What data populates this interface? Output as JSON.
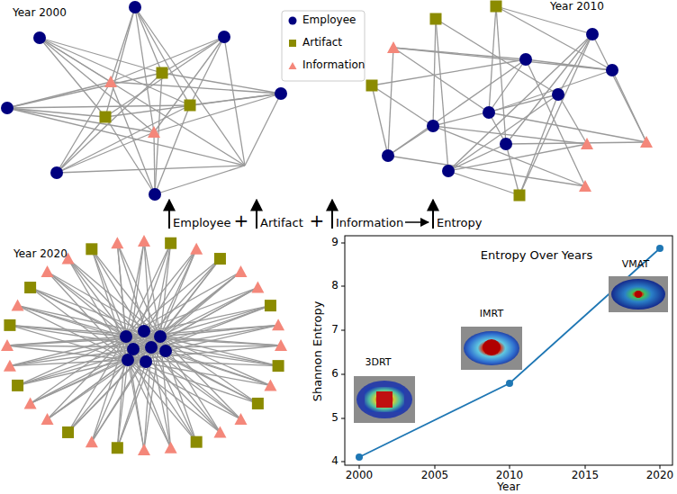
{
  "diagram": {
    "labels": [
      "Year 2000",
      "Year 2010",
      "Employee",
      "+",
      "Artifact",
      "+",
      "Information",
      "Entropy",
      "Year 2020",
      "Entropy Over Years",
      "VMAT",
      "IMRT",
      "3DRT",
      "9",
      "8",
      "7",
      "6",
      "5",
      "4",
      "2000",
      "2005",
      "2010",
      "2015",
      "2020",
      "Shannon Entropy",
      "Year"
    ],
    "legend": [
      {
        "text": "Employee"
      },
      {
        "text": "Artifact"
      },
      {
        "text": "Information"
      }
    ]
  }
}
